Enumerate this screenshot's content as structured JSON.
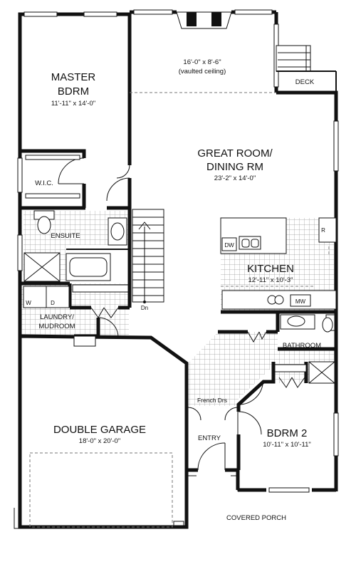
{
  "rooms": {
    "master": {
      "name_line1": "MASTER",
      "name_line2": "BDRM",
      "dims": "11'-11\" x 14'-0\""
    },
    "vault": {
      "dims": "16'-0\" x 8'-6\"",
      "note": "(vaulted ceiling)"
    },
    "deck": {
      "name": "DECK"
    },
    "great_room": {
      "name_line1": "GREAT ROOM/",
      "name_line2": "DINING RM",
      "dims": "23'-2\" x 14'-0\""
    },
    "wic": {
      "name": "W.I.C."
    },
    "ensuite": {
      "name": "ENSUITE"
    },
    "kitchen": {
      "name": "KITCHEN",
      "dims": "12'-11\" x 10'-3\""
    },
    "laundry": {
      "name_line1": "LAUNDRY/",
      "name_line2": "MUDROOM"
    },
    "bathroom": {
      "name": "BATHROOM"
    },
    "garage": {
      "name": "DOUBLE GARAGE",
      "dims": "18'-0\" x 20'-0\""
    },
    "entry": {
      "name": "ENTRY"
    },
    "bdrm2": {
      "name": "BDRM 2",
      "dims": "10'-11\" x 10'-11\""
    },
    "porch": {
      "name": "COVERED PORCH"
    }
  },
  "fixtures": {
    "dishwasher": "DW",
    "microwave": "MW",
    "refrigerator": "R",
    "washer": "W",
    "dryer": "D",
    "stairs_down": "Dn",
    "french_doors": "French Drs"
  }
}
